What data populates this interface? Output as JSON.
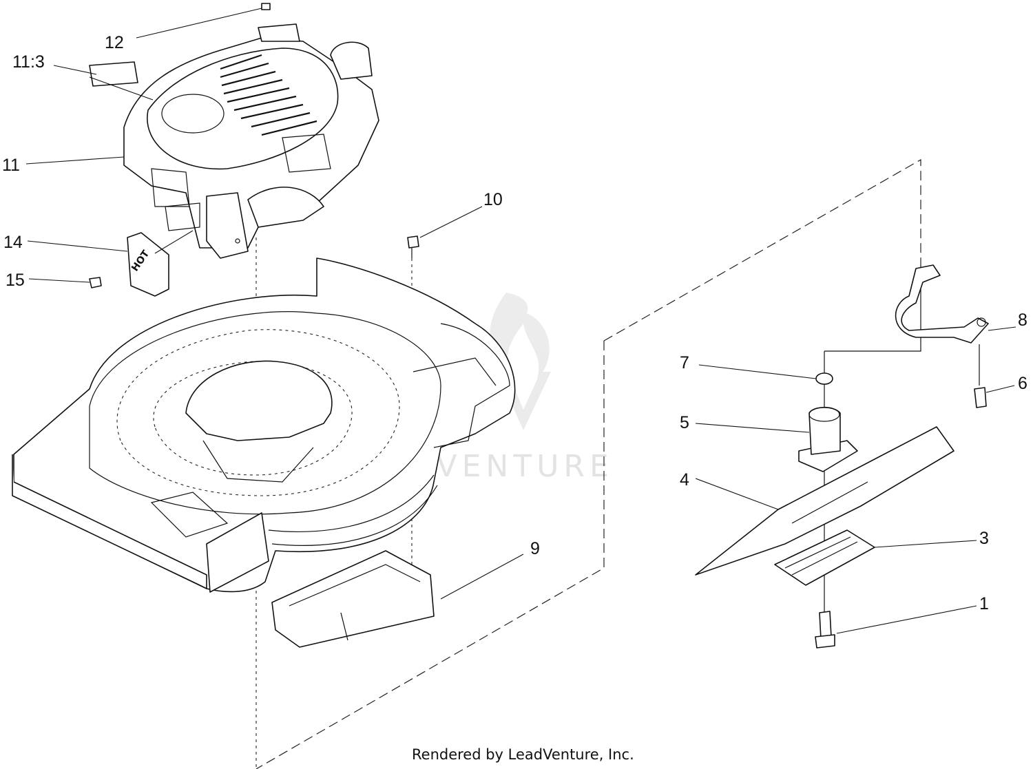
{
  "callouts": {
    "c1": "1",
    "c3": "3",
    "c4": "4",
    "c5": "5",
    "c6": "6",
    "c7": "7",
    "c8": "8",
    "c9": "9",
    "c10": "10",
    "c11": "11",
    "c11_3": "11:3",
    "c12": "12",
    "c14": "14",
    "c15": "15"
  },
  "watermark": "LEADVENTURE",
  "footer": "Rendered by LeadVenture, Inc.",
  "icons": {
    "watermark_logo": "flame-logo-icon",
    "hot_label": "HOT"
  }
}
